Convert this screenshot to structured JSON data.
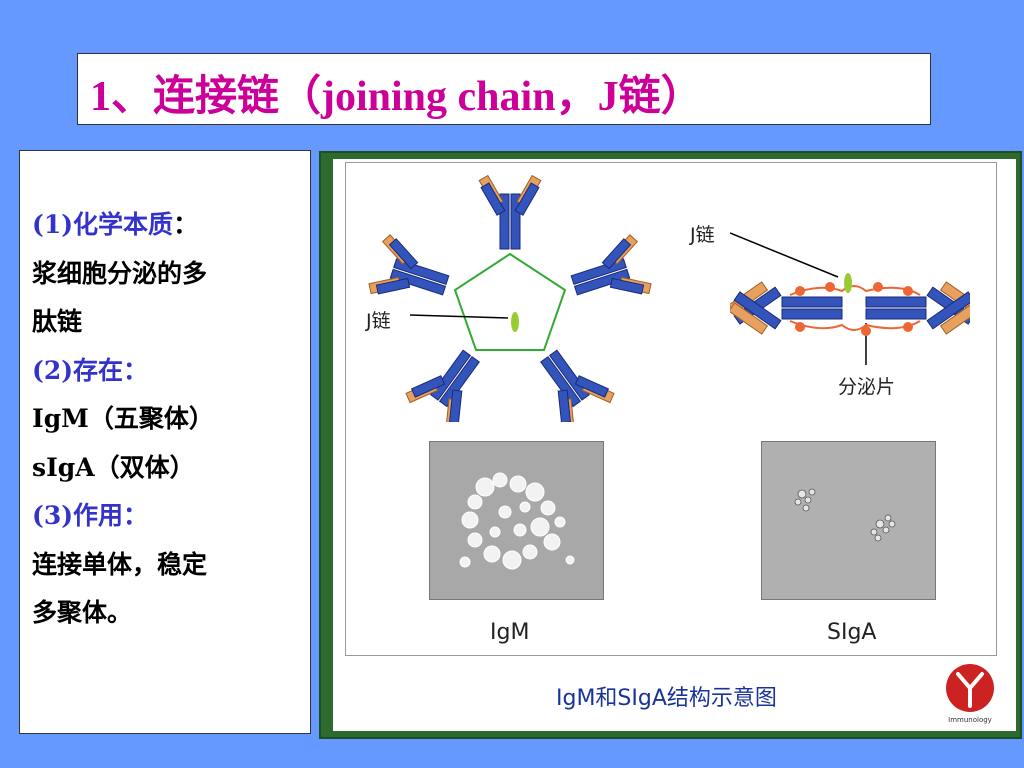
{
  "title": "1、连接链（joining  chain，J链）",
  "left_panel": {
    "h1": "(1)化学本质",
    "h1_colon": "：",
    "p1a": "浆细胞分泌的多",
    "p1b": "肽链",
    "h2": "(2)存在：",
    "p2a": "IgM（五聚体）",
    "p2b": "sIgA（双体）",
    "h3": "(3)作用：",
    "p3a": "连接单体，稳定",
    "p3b": "多聚体。"
  },
  "figure": {
    "label_j_left": "J链",
    "label_j_right": "J链",
    "label_secretory": "分泌片",
    "label_igm": "IgM",
    "label_siga": "SIgA",
    "caption": "IgM和SIgA结构示意图",
    "logo_text": "Immunology"
  },
  "colors": {
    "background": "#6699ff",
    "title": "#cc0099",
    "heading": "#3333cc",
    "heavy_chain": "#3355bb",
    "light_chain": "#e8a060",
    "j_chain": "#99cc33",
    "secretory": "#ee6633",
    "frame": "#2d6a2d"
  }
}
